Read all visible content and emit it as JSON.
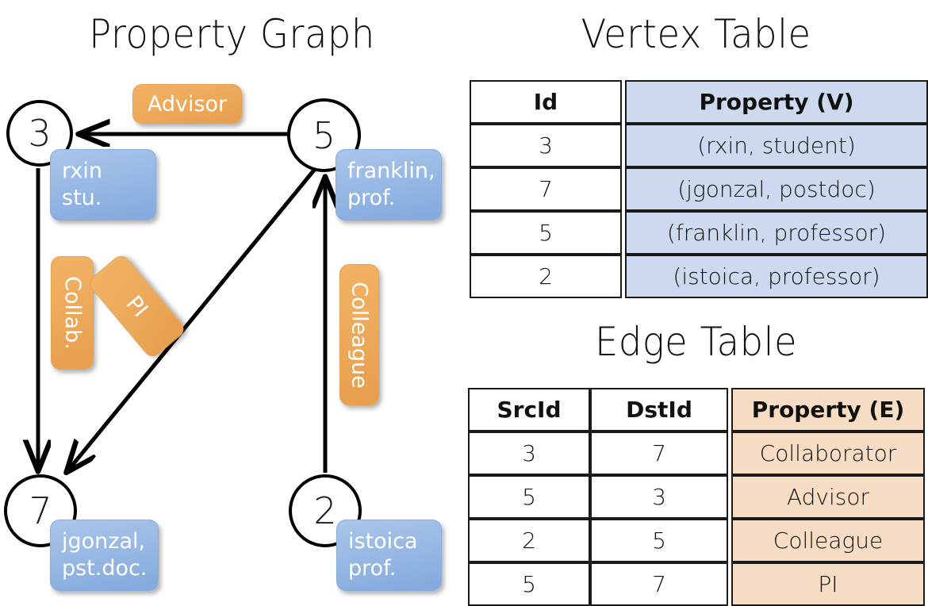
{
  "titles": {
    "property_graph": "Property Graph",
    "vertex_table": "Vertex Table",
    "edge_table": "Edge Table"
  },
  "graph": {
    "vertices": [
      {
        "id": "3",
        "property_line1": "rxin",
        "property_line2": "stu."
      },
      {
        "id": "5",
        "property_line1": "franklin,",
        "property_line2": "prof."
      },
      {
        "id": "7",
        "property_line1": "jgonzal,",
        "property_line2": "pst.doc."
      },
      {
        "id": "2",
        "property_line1": "istoica",
        "property_line2": "prof."
      }
    ],
    "edge_labels": {
      "advisor": "Advisor",
      "collab": "Collab.",
      "pi": "PI",
      "colleague": "Colleague"
    },
    "colors": {
      "vertex_property_box": "#92b5e4",
      "edge_property_box": "#eeab5c",
      "stroke": "#000000"
    }
  },
  "vertex_table": {
    "columns": [
      "Id",
      "Property (V)"
    ],
    "rows": [
      {
        "id": "3",
        "property": "(rxin, student)"
      },
      {
        "id": "7",
        "property": "(jgonzal, postdoc)"
      },
      {
        "id": "5",
        "property": "(franklin, professor)"
      },
      {
        "id": "2",
        "property": "(istoica, professor)"
      }
    ],
    "header_fill": "#ccd9ee",
    "cell_fill": "#ccd9ee"
  },
  "edge_table": {
    "columns": [
      "SrcId",
      "DstId",
      "Property (E)"
    ],
    "rows": [
      {
        "src": "3",
        "dst": "7",
        "property": "Collaborator"
      },
      {
        "src": "5",
        "dst": "3",
        "property": "Advisor"
      },
      {
        "src": "2",
        "dst": "5",
        "property": "Colleague"
      },
      {
        "src": "5",
        "dst": "7",
        "property": "PI"
      }
    ],
    "header_fill": "#f6ddc3",
    "cell_fill": "#f6ddc3"
  }
}
